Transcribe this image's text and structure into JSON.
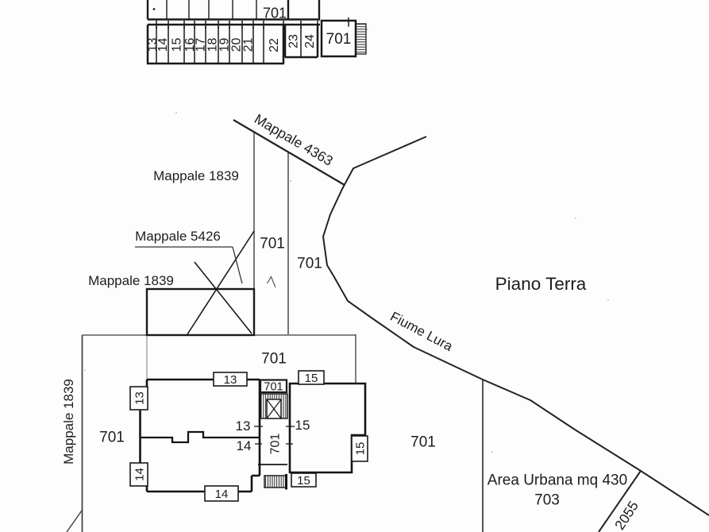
{
  "colors": {
    "ink": "#1d1d1d",
    "paper": "#fdfdfd"
  },
  "titles": {
    "floor": "Piano Terra"
  },
  "water": {
    "name": "Fiume Lura"
  },
  "parcels": {
    "p701": "701",
    "p703": "703",
    "p2055": "2055",
    "mappale_1839": "Mappale 1839",
    "mappale_4363": "Mappale 4363",
    "mappale_5426": "Mappale 5426",
    "area_urbana": "Area Urbana mq 430"
  },
  "units": {
    "u13": "13",
    "u14": "14",
    "u15": "15"
  },
  "garage": {
    "stalls": [
      "13",
      "14",
      "15",
      "16",
      "17",
      "18",
      "19",
      "20",
      "21",
      "22",
      "23",
      "24"
    ]
  }
}
